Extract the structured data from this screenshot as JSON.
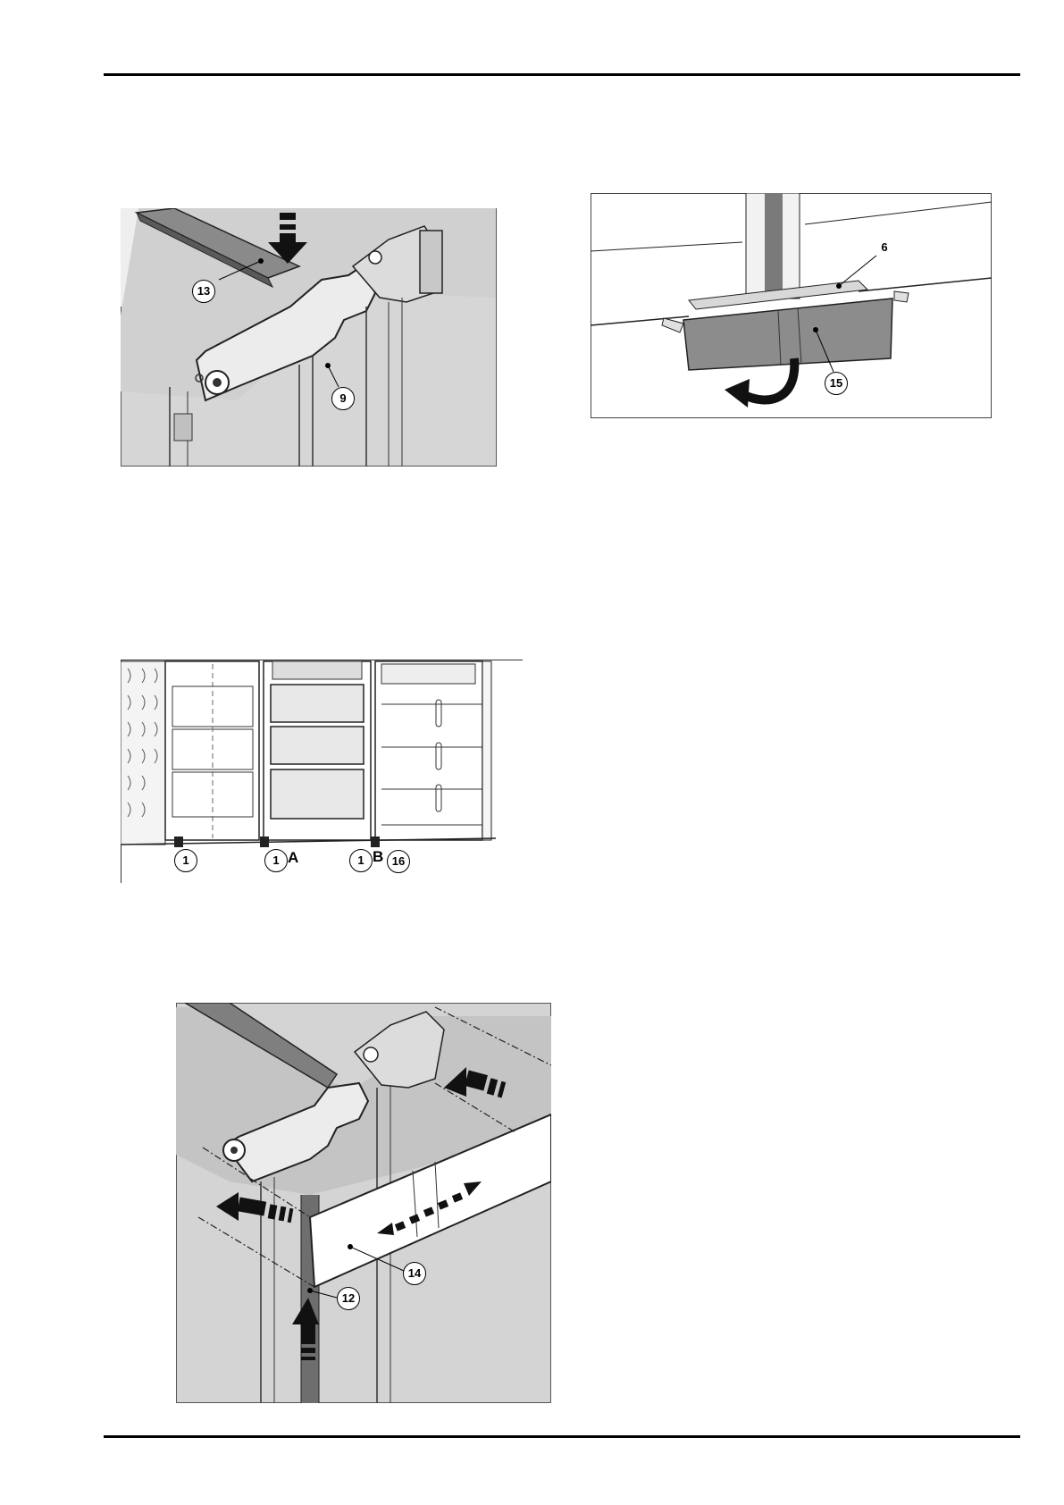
{
  "figures": {
    "top_left": {
      "callouts": {
        "c13": "13",
        "c9": "9"
      }
    },
    "top_right": {
      "callouts": {
        "c6": "6",
        "c15": "15"
      }
    },
    "middle": {
      "callouts": {
        "c1a": "1",
        "c1b": "1",
        "c1c": "1",
        "c16": "16"
      },
      "letters": {
        "a": "A",
        "b": "B"
      }
    },
    "bottom": {
      "callouts": {
        "c12": "12",
        "c14": "14"
      }
    }
  }
}
